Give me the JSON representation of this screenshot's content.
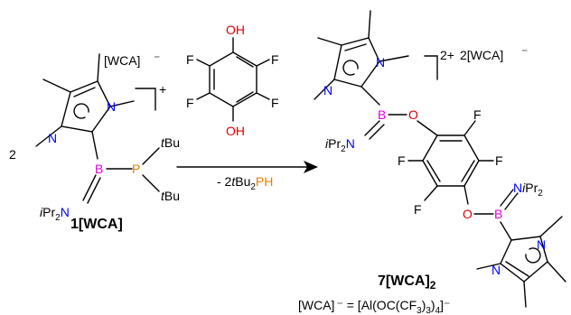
{
  "reactant": {
    "stoich": "2",
    "anion": "[WCA]",
    "charge": "+",
    "label_main": "1",
    "label_anion": "[WCA]",
    "atoms": {
      "n1": "N",
      "n2": "N",
      "boron": "B",
      "phosphorus": "P",
      "amide_n": "N",
      "ipr_prefix": "i",
      "ipr_text": "Pr",
      "ipr_sub": "2",
      "tbu_prefix": "t",
      "tbu_text": "Bu"
    }
  },
  "hydroquinone": {
    "oh": "OH",
    "fluorine": "F"
  },
  "arrow": {
    "byproduct_pre": "- 2",
    "byproduct_t": "t",
    "byproduct_bu": "Bu",
    "byproduct_sub": "2",
    "byproduct_ph": "PH"
  },
  "product": {
    "charge": "2+",
    "anion_count": "2",
    "anion": "[WCA]",
    "label_main": "7",
    "label_anion": "[WCA]",
    "label_sub": "2",
    "atoms": {
      "n": "N",
      "boron": "B",
      "oxygen": "O",
      "fluorine": "F",
      "ipr_prefix": "i",
      "ipr_text": "Pr",
      "ipr_sub": "2"
    }
  },
  "footnote": {
    "lhs": "[WCA]",
    "equals": " = [Al(OC(CF",
    "sub3": "3",
    "close1": ")",
    "sub3b": "3",
    "close2": ")",
    "sub4": "4",
    "close3": "]"
  },
  "colors": {
    "text": "#000000",
    "oxygen": "#e00000",
    "boron": "#e000e0",
    "phosphorus": "#e08000",
    "nitrogen": "#0000ff"
  }
}
